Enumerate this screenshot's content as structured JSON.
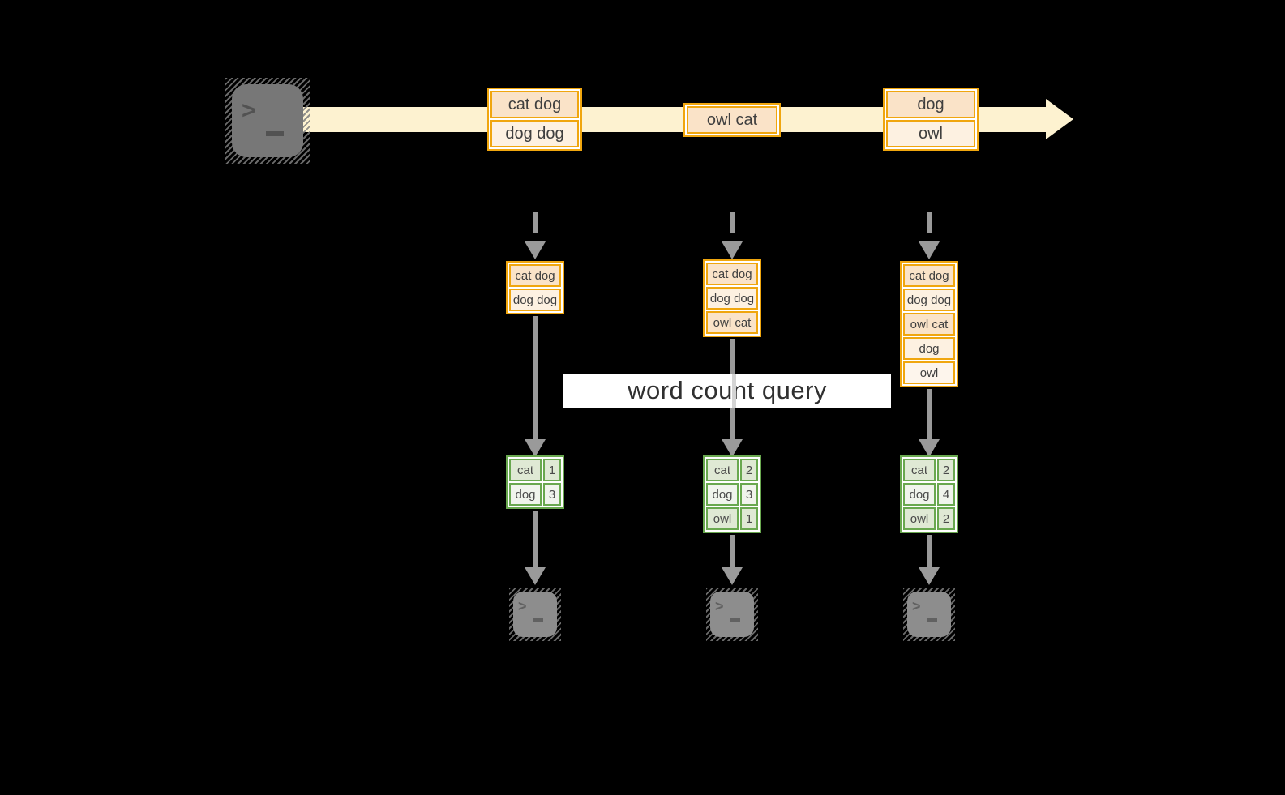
{
  "banner": {
    "label": "word count query"
  },
  "stream": {
    "source_icon": "terminal-icon",
    "messages": [
      {
        "rows": [
          {
            "text": "cat dog",
            "fill": "peach"
          },
          {
            "text": "dog dog",
            "fill": "cream"
          }
        ]
      },
      {
        "rows": [
          {
            "text": "owl cat",
            "fill": "peach"
          }
        ]
      },
      {
        "rows": [
          {
            "text": "dog",
            "fill": "peach"
          },
          {
            "text": "owl",
            "fill": "cream"
          }
        ]
      }
    ]
  },
  "columns": [
    {
      "stack_rows": [
        {
          "text": "cat dog",
          "fill": "peach"
        },
        {
          "text": "dog dog",
          "fill": "cream"
        }
      ],
      "counts": [
        {
          "word": "cat",
          "count": "1"
        },
        {
          "word": "dog",
          "count": "3"
        }
      ],
      "sink_icon": "terminal-icon"
    },
    {
      "stack_rows": [
        {
          "text": "cat dog",
          "fill": "peach"
        },
        {
          "text": "dog dog",
          "fill": "cream"
        },
        {
          "text": "owl cat",
          "fill": "peach"
        }
      ],
      "counts": [
        {
          "word": "cat",
          "count": "2"
        },
        {
          "word": "dog",
          "count": "3"
        },
        {
          "word": "owl",
          "count": "1"
        }
      ],
      "sink_icon": "terminal-icon"
    },
    {
      "stack_rows": [
        {
          "text": "cat dog",
          "fill": "peach"
        },
        {
          "text": "dog dog",
          "fill": "cream"
        },
        {
          "text": "owl cat",
          "fill": "peach"
        },
        {
          "text": "dog",
          "fill": "cream"
        },
        {
          "text": "owl",
          "fill": "light"
        }
      ],
      "counts": [
        {
          "word": "cat",
          "count": "2"
        },
        {
          "word": "dog",
          "count": "4"
        },
        {
          "word": "owl",
          "count": "2"
        }
      ],
      "sink_icon": "terminal-icon"
    }
  ],
  "colors": {
    "background": "#000000",
    "stream_band": "#fdf2d0",
    "orange_border": "#f0a60e",
    "peach_fill": "#fae3c8",
    "cream_fill": "#fdf1e1",
    "green_border": "#69a84f",
    "green_cell": "#dfe9d4",
    "connector_gray": "#9a9a9a",
    "banner_bg": "#ffffff"
  }
}
